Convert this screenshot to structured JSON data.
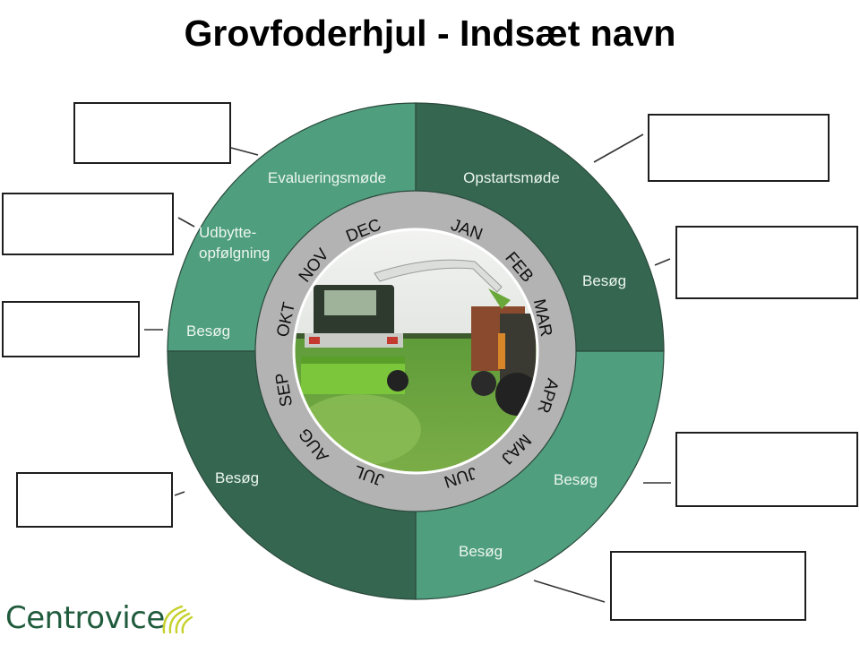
{
  "title": "Grovfoderhjul - Indsæt navn",
  "colors": {
    "light_green": "#4f9e7e",
    "dark_green": "#346650",
    "ring_gray": "#b3b3b3",
    "label_text": "#ecf6ee",
    "logo_green": "#1f5b3c",
    "logo_yellow": "#c6d12b"
  },
  "wheel": {
    "segments": [
      {
        "quadrant": "top-left",
        "color": "light",
        "labels": [
          "Evalueringsmøde",
          "Udbytte-opfølgning",
          "Besøg"
        ]
      },
      {
        "quadrant": "top-right",
        "color": "dark",
        "labels": [
          "Opstartsmøde",
          "Besøg"
        ]
      },
      {
        "quadrant": "bottom-right",
        "color": "light",
        "labels": [
          "Besøg",
          "Besøg"
        ]
      },
      {
        "quadrant": "bottom-left",
        "color": "dark",
        "labels": [
          "Besøg"
        ]
      }
    ],
    "labels": {
      "evaluering": "Evalueringsmøde",
      "udbytte_line1": "Udbytte-",
      "udbytte_line2": "opfølgning",
      "besog_left": "Besøg",
      "opstart": "Opstartsmøde",
      "besog_right_top": "Besøg",
      "besog_right_bottom": "Besøg",
      "besog_bottom": "Besøg",
      "besog_bottom_left": "Besøg"
    },
    "months": [
      "JAN",
      "FEB",
      "MAR",
      "APR",
      "MAJ",
      "JUN",
      "JUL",
      "AUG",
      "SEP",
      "OKT",
      "NOV",
      "DEC"
    ],
    "center_image": "forage-harvester-photo"
  },
  "note_boxes": [
    {
      "id": "evaluering-note",
      "text": ""
    },
    {
      "id": "udbytte-note",
      "text": ""
    },
    {
      "id": "besog-left-note",
      "text": ""
    },
    {
      "id": "besog-bottom-left-note",
      "text": ""
    },
    {
      "id": "opstart-note",
      "text": ""
    },
    {
      "id": "besog-right-top-note",
      "text": ""
    },
    {
      "id": "besog-right-bottom-note",
      "text": ""
    },
    {
      "id": "besog-bottom-note",
      "text": ""
    }
  ],
  "logo": {
    "text": "Centrovice"
  }
}
